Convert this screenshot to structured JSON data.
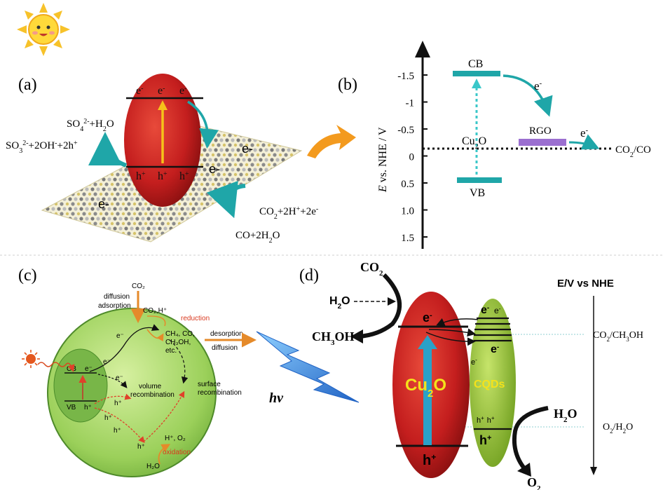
{
  "panel_a": {
    "label": "(a)",
    "cb_e1": "e",
    "cb_e2": "e",
    "cb_e3": "e",
    "e_sup": "-",
    "vb_h1": "h",
    "vb_h2": "h",
    "vb_h3": "h",
    "h_sup": "+",
    "sheet_e1": "e-",
    "sheet_e2": "e-",
    "sheet_e3": "e-",
    "ox_product": {
      "a": "SO",
      "b": "4",
      "c": "2-",
      "d": "+H",
      "e": "2",
      "f": "O"
    },
    "ox_reactant": {
      "a": "SO",
      "b": "3",
      "c": "2-",
      "d": "+2OH",
      "e": "-",
      "f": "+2h",
      "g": "+"
    },
    "red_reactant": {
      "a": "CO",
      "b": "2",
      "c": "+2H",
      "d": "+",
      "e": "+2e",
      "f": "-"
    },
    "red_product": {
      "a": "CO+2H",
      "b": "2",
      "c": "O"
    }
  },
  "panel_b": {
    "label": "(b)",
    "y_axis_label": {
      "e": "E",
      "rest": " vs. NHE / V"
    },
    "ticks": [
      "-1.5",
      "-1",
      "-0.5",
      "0",
      "0.5",
      "1.0",
      "1.5"
    ],
    "cb_label": "CB",
    "vb_label": "VB",
    "cu2o_label": {
      "a": "Cu",
      "b": "2",
      "c": "O"
    },
    "rgo_label": "RGO",
    "e1": "e",
    "e2": "e",
    "e_sup": "-",
    "couple": {
      "a": "CO",
      "b": "2",
      "c": "/CO"
    }
  },
  "panel_c": {
    "label": "(c)",
    "co2": "CO₂",
    "diffusion": "diffusion",
    "adsorption": "adsorption",
    "co2h": "CO₂,H⁺",
    "reduction": "reduction",
    "products": [
      "CH₄, CO,",
      "CH₃OH,",
      "etc."
    ],
    "desorption": "desorption",
    "diffusion2": "diffusion",
    "cb": "CB",
    "vb": "VB",
    "e": "e⁻",
    "h": "h⁺",
    "volume_rec": [
      "volume",
      "recombination"
    ],
    "surface_rec": [
      "surface",
      "recombination"
    ],
    "hplus_o2": "H⁺, O₂",
    "oxidation": "oxidation",
    "h2o": "H₂O"
  },
  "hv": "hv",
  "panel_d": {
    "label": "(d)",
    "co2": {
      "a": "CO",
      "b": "2"
    },
    "h2o_left": {
      "a": "H",
      "b": "2",
      "c": "O"
    },
    "ch3oh": {
      "a": "CH",
      "b": "3",
      "c": "OH"
    },
    "cu2o": {
      "a": "Cu",
      "b": "2",
      "c": "O"
    },
    "cqds": "CQDs",
    "e": "e",
    "e_sup": "-",
    "h": "h",
    "h_sup": "+",
    "h2o_right": {
      "a": "H",
      "b": "2",
      "c": "O"
    },
    "o2": {
      "a": "O",
      "b": "2"
    },
    "axis_title": "E/V vs NHE",
    "couple1": {
      "a": "CO",
      "b": "2",
      "c": "/CH",
      "d": "3",
      "e": "OH"
    },
    "couple2": {
      "a": "O",
      "b": "2",
      "c": "/H",
      "d": "2",
      "e": "O"
    }
  },
  "colors": {
    "red_particle": "#c41e1e",
    "teal": "#1fa6a8",
    "green": "#8cc63f",
    "orange": "#f39a1e",
    "purple": "#9b6fd0",
    "blue_bolt": "#2e7fd6"
  }
}
